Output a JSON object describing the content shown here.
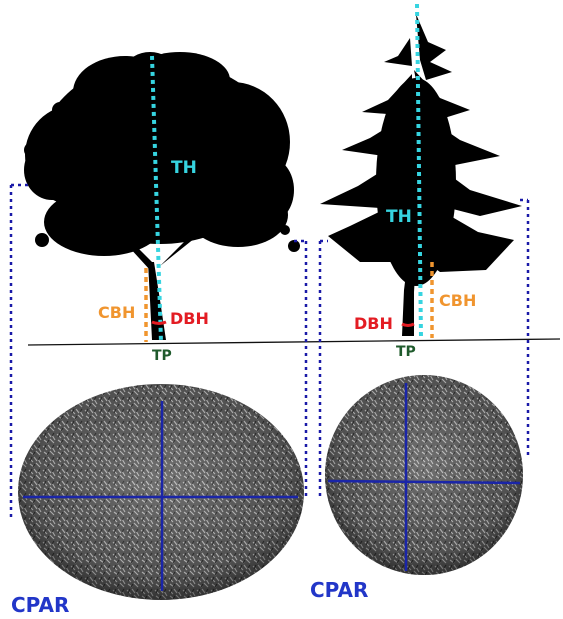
{
  "labels": {
    "tree_height": "TH",
    "crown_base_height": "CBH",
    "dbh": "DBH",
    "tree_position": "TP",
    "crown_projection_area": "CPAR"
  },
  "colors": {
    "tree_silhouette": "#000000",
    "th_line": "#36d4e0",
    "cbh": "#f0952f",
    "dbh": "#e31c23",
    "tp": "#1f5a2c",
    "cpar": "#2236c8",
    "crown_axes": "#1a25a8",
    "crown_foliage": "#6b6b6b",
    "projection_guides": "#1a1aa8",
    "ground": "#111111"
  },
  "icons": {
    "left_tree": "deciduous-tree-silhouette",
    "right_tree": "conifer-tree-silhouette",
    "left_crown": "crown-top-view",
    "right_crown": "crown-top-view"
  }
}
